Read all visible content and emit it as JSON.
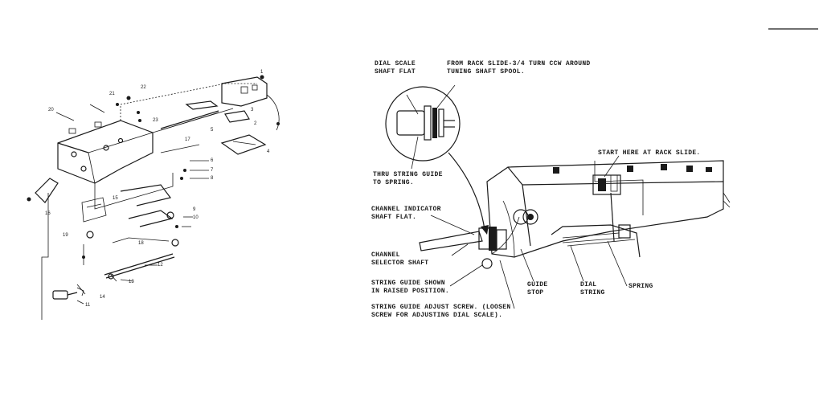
{
  "exploded_view": {
    "part_numbers": [
      "1",
      "2",
      "3",
      "4",
      "5",
      "6",
      "7",
      "8",
      "9",
      "10",
      "11",
      "12",
      "13",
      "14",
      "15",
      "16",
      "17",
      "18",
      "19",
      "20",
      "21",
      "22",
      "23"
    ]
  },
  "detail_view": {
    "labels": {
      "dial_scale": [
        "DIAL SCALE",
        "SHAFT FLAT"
      ],
      "from_rack": [
        "FROM RACK SLIDE-3/4 TURN CCW AROUND",
        "TUNING SHAFT SPOOL."
      ],
      "thru_string": [
        "THRU STRING GUIDE",
        "TO SPRING."
      ],
      "start_here": "START HERE AT RACK SLIDE.",
      "channel_indicator": [
        "CHANNEL INDICATOR",
        "SHAFT FLAT."
      ],
      "channel_selector": [
        "CHANNEL",
        "SELECTOR SHAFT"
      ],
      "string_guide_shown": [
        "STRING GUIDE SHOWN",
        "IN RAISED POSITION."
      ],
      "guide_stop": [
        "GUIDE",
        "STOP"
      ],
      "dial_string": [
        "DIAL",
        "STRING"
      ],
      "spring": "SPRING",
      "adjust_screw": [
        "STRING GUIDE ADJUST SCREW. (LOOSEN",
        "SCREW FOR ADJUSTING DIAL SCALE)."
      ]
    }
  }
}
